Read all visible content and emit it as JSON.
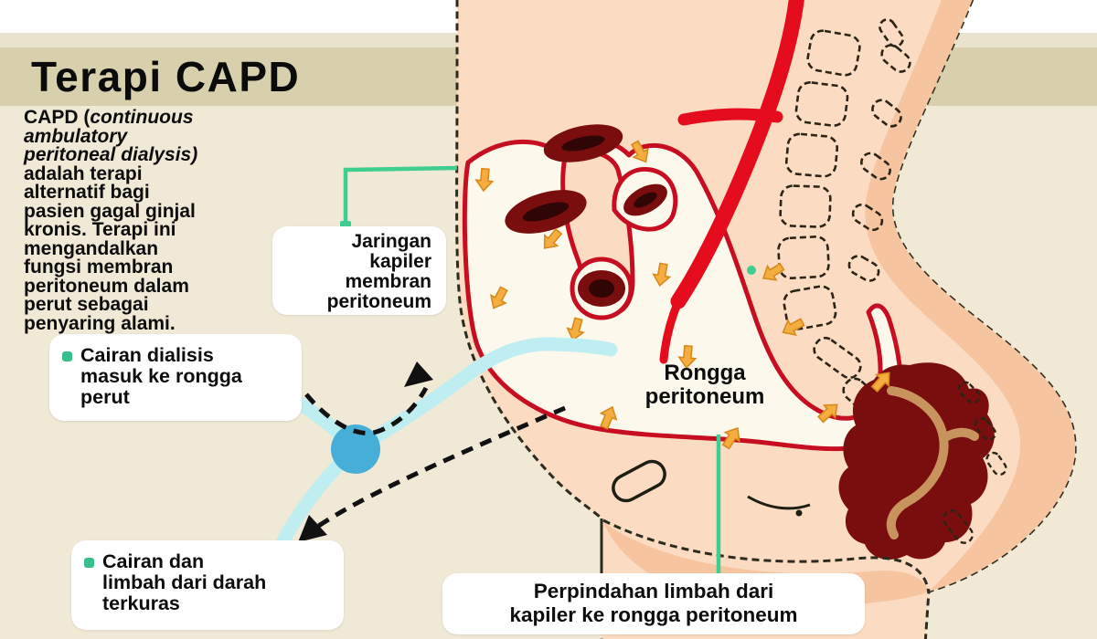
{
  "title": "Terapi CAPD",
  "intro": {
    "line1_prefix": "CAPD (",
    "line1_italic": "continuous",
    "italic_lines": [
      "ambulatory",
      "peritoneal dialysis)"
    ],
    "lines": [
      "adalah terapi",
      "alternatif bagi",
      "pasien gagal ginjal",
      "kronis. Terapi ini",
      "mengandalkan",
      "fungsi membran",
      "peritoneum dalam",
      "perut sebagai",
      "penyaring alami."
    ]
  },
  "callouts": {
    "capillary_lines": [
      "Jaringan",
      "kapiler",
      "membran",
      "peritoneum"
    ],
    "dialysate_in_lines": [
      "Cairan dialisis",
      "masuk ke rongga",
      "perut"
    ],
    "cavity_lines": [
      "Rongga",
      "peritoneum"
    ],
    "waste_out_lines": [
      "Cairan dan",
      "limbah dari darah",
      "terkuras"
    ],
    "transfer_lines": [
      "Perpindahan limbah dari",
      "kapiler ke rongga peritoneum"
    ]
  },
  "colors": {
    "accent_green": "#3fce92",
    "bullet_green": "#35c08b",
    "membrane_red": "#c60e20",
    "vessel_red": "#e50d1d",
    "organ_dark_red": "#7a0d0d",
    "catheter_blue": "#bfeef2",
    "valve_blue": "#47aed8",
    "arrow_orange": "#f5ad3f",
    "skin": "#fbdcc2",
    "cavity_cream": "#fdf8ec",
    "background": "#f0e9d6",
    "title_band": "#d8d0ad"
  }
}
